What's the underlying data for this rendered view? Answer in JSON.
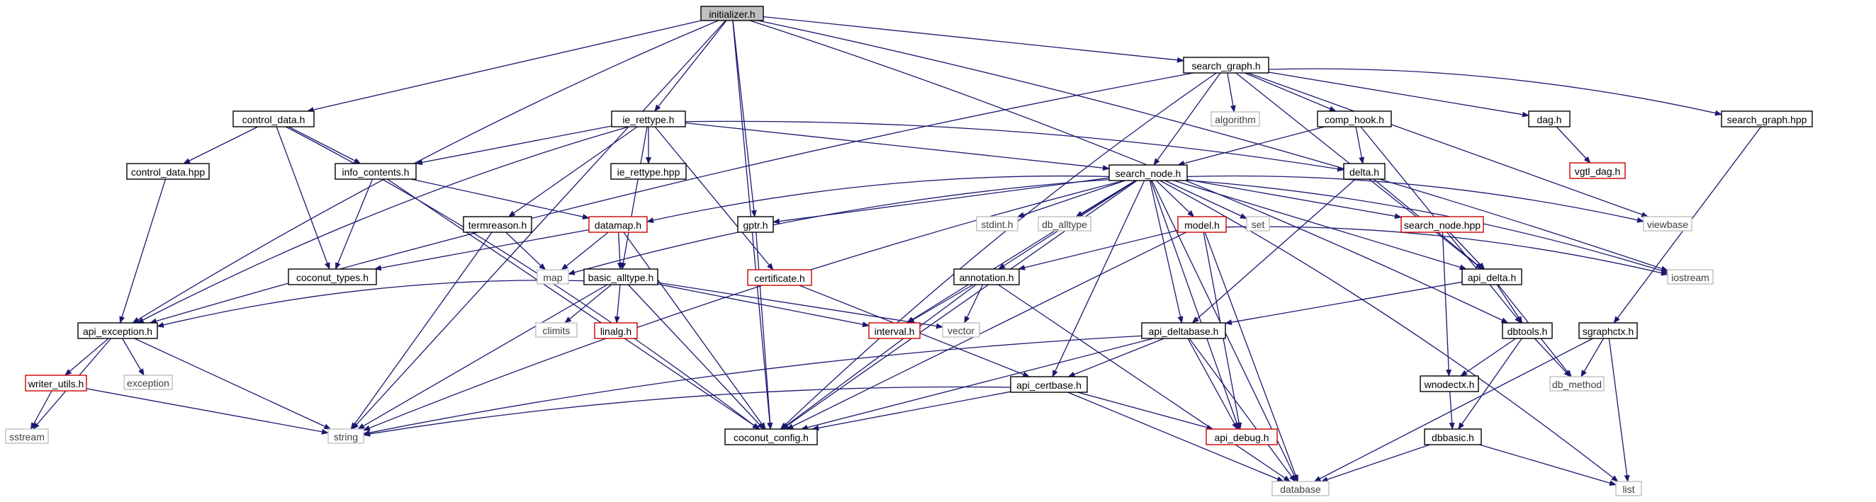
{
  "colors": {
    "edge": "#191970",
    "root_fill": "#bfbfbf",
    "documented_border": "#000000",
    "truncated_border": "#cc0000",
    "external_border": "#bfbfbf",
    "external_text": "#404040",
    "text": "#000000"
  },
  "nodes": [
    {
      "id": "initializer",
      "label": "initializer.h",
      "kind": "root"
    },
    {
      "id": "search_graph_h",
      "label": "search_graph.h",
      "kind": "doc"
    },
    {
      "id": "control_data_h",
      "label": "control_data.h",
      "kind": "doc"
    },
    {
      "id": "ie_rettype_h",
      "label": "ie_rettype.h",
      "kind": "doc"
    },
    {
      "id": "algorithm",
      "label": "algorithm",
      "kind": "ext"
    },
    {
      "id": "comp_hook_h",
      "label": "comp_hook.h",
      "kind": "doc"
    },
    {
      "id": "dag_h",
      "label": "dag.h",
      "kind": "doc"
    },
    {
      "id": "search_graph_hpp",
      "label": "search_graph.hpp",
      "kind": "doc"
    },
    {
      "id": "vgtl_dag_h",
      "label": "vgtl_dag.h",
      "kind": "trunc"
    },
    {
      "id": "control_data_hpp",
      "label": "control_data.hpp",
      "kind": "doc"
    },
    {
      "id": "info_contents_h",
      "label": "info_contents.h",
      "kind": "doc"
    },
    {
      "id": "ie_rettype_hpp",
      "label": "ie_rettype.hpp",
      "kind": "doc"
    },
    {
      "id": "search_node_h",
      "label": "search_node.h",
      "kind": "doc"
    },
    {
      "id": "delta_h",
      "label": "delta.h",
      "kind": "doc"
    },
    {
      "id": "termreason_h",
      "label": "termreason.h",
      "kind": "doc"
    },
    {
      "id": "datamap_h",
      "label": "datamap.h",
      "kind": "trunc"
    },
    {
      "id": "gptr_h",
      "label": "gptr.h",
      "kind": "doc"
    },
    {
      "id": "stdint_h",
      "label": "stdint.h",
      "kind": "ext"
    },
    {
      "id": "db_alltype",
      "label": "db_alltype",
      "kind": "ext"
    },
    {
      "id": "model_h",
      "label": "model.h",
      "kind": "trunc"
    },
    {
      "id": "set",
      "label": "set",
      "kind": "ext"
    },
    {
      "id": "search_node_hpp",
      "label": "search_node.hpp",
      "kind": "trunc"
    },
    {
      "id": "viewbase",
      "label": "viewbase",
      "kind": "ext"
    },
    {
      "id": "coconut_types_h",
      "label": "coconut_types.h",
      "kind": "doc"
    },
    {
      "id": "map",
      "label": "map",
      "kind": "ext"
    },
    {
      "id": "basic_alltype_h",
      "label": "basic_alltype.h",
      "kind": "doc"
    },
    {
      "id": "certificate_h",
      "label": "certificate.h",
      "kind": "trunc"
    },
    {
      "id": "annotation_h",
      "label": "annotation.h",
      "kind": "doc"
    },
    {
      "id": "api_delta_h",
      "label": "api_delta.h",
      "kind": "doc"
    },
    {
      "id": "iostream",
      "label": "iostream",
      "kind": "ext"
    },
    {
      "id": "api_exception_h",
      "label": "api_exception.h",
      "kind": "doc"
    },
    {
      "id": "climits",
      "label": "climits",
      "kind": "ext"
    },
    {
      "id": "linalg_h",
      "label": "linalg.h",
      "kind": "trunc"
    },
    {
      "id": "interval_h",
      "label": "interval.h",
      "kind": "trunc"
    },
    {
      "id": "vector",
      "label": "vector",
      "kind": "ext"
    },
    {
      "id": "api_deltabase_h",
      "label": "api_deltabase.h",
      "kind": "doc"
    },
    {
      "id": "dbtools_h",
      "label": "dbtools.h",
      "kind": "doc"
    },
    {
      "id": "sgraphctx_h",
      "label": "sgraphctx.h",
      "kind": "doc"
    },
    {
      "id": "writer_utils_h",
      "label": "writer_utils.h",
      "kind": "trunc"
    },
    {
      "id": "exception",
      "label": "exception",
      "kind": "ext"
    },
    {
      "id": "api_certbase_h",
      "label": "api_certbase.h",
      "kind": "doc"
    },
    {
      "id": "wnodectx_h",
      "label": "wnodectx.h",
      "kind": "doc"
    },
    {
      "id": "db_method",
      "label": "db_method",
      "kind": "ext"
    },
    {
      "id": "sstream",
      "label": "sstream",
      "kind": "ext"
    },
    {
      "id": "string",
      "label": "string",
      "kind": "ext"
    },
    {
      "id": "coconut_config_h",
      "label": "coconut_config.h",
      "kind": "doc"
    },
    {
      "id": "api_debug_h",
      "label": "api_debug.h",
      "kind": "trunc"
    },
    {
      "id": "dbbasic_h",
      "label": "dbbasic.h",
      "kind": "doc"
    },
    {
      "id": "database",
      "label": "database",
      "kind": "ext"
    },
    {
      "id": "list",
      "label": "list",
      "kind": "ext"
    }
  ],
  "edges": [
    [
      "initializer",
      "search_graph_h"
    ],
    [
      "initializer",
      "control_data_h"
    ],
    [
      "initializer",
      "ie_rettype_h"
    ],
    [
      "initializer",
      "gptr_h"
    ],
    [
      "initializer",
      "api_exception_h"
    ],
    [
      "initializer",
      "string"
    ],
    [
      "initializer",
      "coconut_config_h"
    ],
    [
      "initializer",
      "dbtools_h"
    ],
    [
      "initializer",
      "iostream"
    ],
    [
      "search_graph_h",
      "algorithm"
    ],
    [
      "search_graph_h",
      "comp_hook_h"
    ],
    [
      "search_graph_h",
      "dag_h"
    ],
    [
      "search_graph_h",
      "search_graph_hpp"
    ],
    [
      "search_graph_h",
      "search_node_h"
    ],
    [
      "search_graph_h",
      "viewbase"
    ],
    [
      "search_graph_h",
      "api_exception_h"
    ],
    [
      "search_graph_h",
      "coconut_config_h"
    ],
    [
      "search_graph_h",
      "api_delta_h"
    ],
    [
      "dag_h",
      "vgtl_dag_h"
    ],
    [
      "comp_hook_h",
      "search_node_h"
    ],
    [
      "comp_hook_h",
      "delta_h"
    ],
    [
      "comp_hook_h",
      "dbtools_h"
    ],
    [
      "search_graph_hpp",
      "sgraphctx_h"
    ],
    [
      "control_data_h",
      "control_data_hpp"
    ],
    [
      "control_data_h",
      "info_contents_h"
    ],
    [
      "control_data_h",
      "coconut_types_h"
    ],
    [
      "control_data_h",
      "coconut_config_h"
    ],
    [
      "control_data_hpp",
      "api_exception_h"
    ],
    [
      "ie_rettype_h",
      "ie_rettype_hpp"
    ],
    [
      "ie_rettype_h",
      "info_contents_h"
    ],
    [
      "ie_rettype_h",
      "search_node_h"
    ],
    [
      "ie_rettype_h",
      "delta_h"
    ],
    [
      "ie_rettype_h",
      "termreason_h"
    ],
    [
      "ie_rettype_h",
      "basic_alltype_h"
    ],
    [
      "ie_rettype_h",
      "certificate_h"
    ],
    [
      "ie_rettype_h",
      "api_exception_h"
    ],
    [
      "info_contents_h",
      "coconut_types_h"
    ],
    [
      "info_contents_h",
      "datamap_h"
    ],
    [
      "info_contents_h",
      "coconut_config_h"
    ],
    [
      "search_node_h",
      "datamap_h"
    ],
    [
      "search_node_h",
      "gptr_h"
    ],
    [
      "search_node_h",
      "stdint_h"
    ],
    [
      "search_node_h",
      "db_alltype"
    ],
    [
      "search_node_h",
      "model_h"
    ],
    [
      "search_node_h",
      "set"
    ],
    [
      "search_node_h",
      "search_node_hpp"
    ],
    [
      "search_node_h",
      "viewbase"
    ],
    [
      "search_node_h",
      "iostream"
    ],
    [
      "search_node_h",
      "annotation_h"
    ],
    [
      "search_node_h",
      "api_deltabase_h"
    ],
    [
      "search_node_h",
      "interval_h"
    ],
    [
      "search_node_h",
      "map"
    ],
    [
      "search_node_h",
      "string"
    ],
    [
      "search_node_h",
      "coconut_config_h"
    ],
    [
      "search_node_h",
      "api_certbase_h"
    ],
    [
      "search_node_h",
      "api_debug_h"
    ],
    [
      "search_node_h",
      "database"
    ],
    [
      "search_node_h",
      "list"
    ],
    [
      "search_node_h",
      "api_delta_h"
    ],
    [
      "delta_h",
      "api_delta_h"
    ],
    [
      "delta_h",
      "api_deltabase_h"
    ],
    [
      "termreason_h",
      "map"
    ],
    [
      "termreason_h",
      "string"
    ],
    [
      "datamap_h",
      "coconut_types_h"
    ],
    [
      "datamap_h",
      "map"
    ],
    [
      "datamap_h",
      "basic_alltype_h"
    ],
    [
      "datamap_h",
      "coconut_config_h"
    ],
    [
      "gptr_h",
      "coconut_config_h"
    ],
    [
      "model_h",
      "annotation_h"
    ],
    [
      "model_h",
      "iostream"
    ],
    [
      "model_h",
      "api_debug_h"
    ],
    [
      "model_h",
      "database"
    ],
    [
      "model_h",
      "coconut_config_h"
    ],
    [
      "search_node_hpp",
      "api_delta_h"
    ],
    [
      "search_node_hpp",
      "wnodectx_h"
    ],
    [
      "basic_alltype_h",
      "api_exception_h"
    ],
    [
      "basic_alltype_h",
      "climits"
    ],
    [
      "basic_alltype_h",
      "linalg_h"
    ],
    [
      "basic_alltype_h",
      "interval_h"
    ],
    [
      "basic_alltype_h",
      "vector"
    ],
    [
      "basic_alltype_h",
      "string"
    ],
    [
      "basic_alltype_h",
      "coconut_config_h"
    ],
    [
      "certificate_h",
      "api_certbase_h"
    ],
    [
      "annotation_h",
      "interval_h"
    ],
    [
      "annotation_h",
      "vector"
    ],
    [
      "annotation_h",
      "coconut_config_h"
    ],
    [
      "annotation_h",
      "database"
    ],
    [
      "api_delta_h",
      "api_deltabase_h"
    ],
    [
      "api_delta_h",
      "dbtools_h"
    ],
    [
      "api_delta_h",
      "db_method"
    ],
    [
      "api_exception_h",
      "writer_utils_h"
    ],
    [
      "api_exception_h",
      "exception"
    ],
    [
      "api_exception_h",
      "sstream"
    ],
    [
      "api_exception_h",
      "string"
    ],
    [
      "api_deltabase_h",
      "api_certbase_h"
    ],
    [
      "api_deltabase_h",
      "api_debug_h"
    ],
    [
      "api_deltabase_h",
      "database"
    ],
    [
      "api_deltabase_h",
      "string"
    ],
    [
      "api_deltabase_h",
      "coconut_config_h"
    ],
    [
      "dbtools_h",
      "wnodectx_h"
    ],
    [
      "dbtools_h",
      "db_method"
    ],
    [
      "dbtools_h",
      "dbbasic_h"
    ],
    [
      "sgraphctx_h",
      "db_method"
    ],
    [
      "sgraphctx_h",
      "database"
    ],
    [
      "sgraphctx_h",
      "list"
    ],
    [
      "writer_utils_h",
      "sstream"
    ],
    [
      "writer_utils_h",
      "string"
    ],
    [
      "api_certbase_h",
      "string"
    ],
    [
      "api_certbase_h",
      "coconut_config_h"
    ],
    [
      "api_certbase_h",
      "api_debug_h"
    ],
    [
      "api_certbase_h",
      "database"
    ],
    [
      "wnodectx_h",
      "dbbasic_h"
    ],
    [
      "dbbasic_h",
      "database"
    ],
    [
      "dbbasic_h",
      "list"
    ]
  ]
}
